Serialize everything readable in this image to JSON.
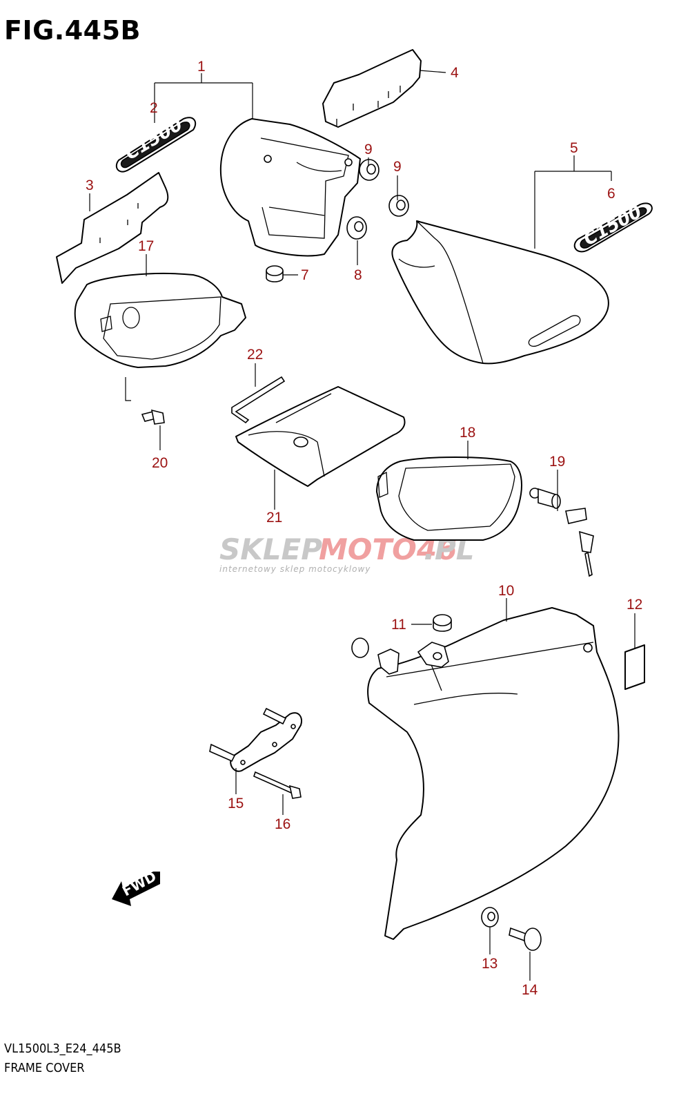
{
  "figure": {
    "title": "FIG.445B",
    "code": "VL1500L3_E24_445B",
    "name": "FRAME COVER"
  },
  "watermark": {
    "brand_part1": "SKLEP",
    "brand_part2": "MOTO46",
    "brand_part3": ".PL",
    "tagline": "internetowy sklep motocyklowy"
  },
  "emblem_text": "C1500",
  "fwd_label": "FWD",
  "callouts": [
    "1",
    "2",
    "3",
    "4",
    "5",
    "6",
    "7",
    "8",
    "9",
    "9",
    "10",
    "11",
    "12",
    "13",
    "14",
    "15",
    "16",
    "17",
    "18",
    "19",
    "20",
    "21",
    "22"
  ],
  "colors": {
    "callout": "#9b1111",
    "line": "#000000",
    "watermark_grey": "#c8c8c8",
    "watermark_red": "#f0a0a0"
  }
}
